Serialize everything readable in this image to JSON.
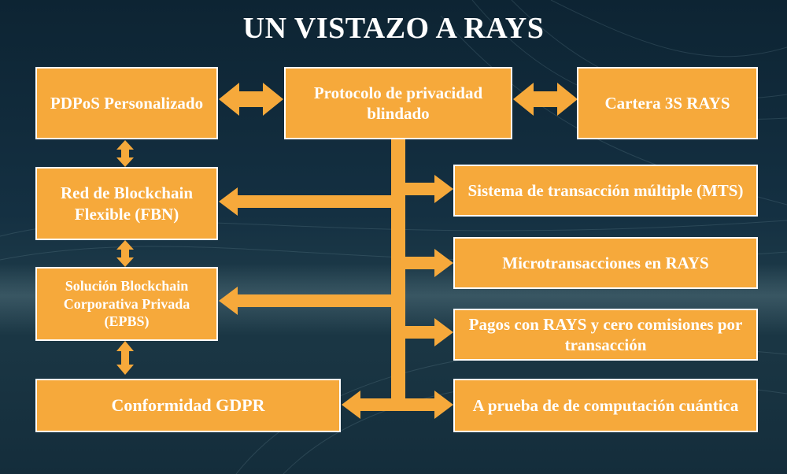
{
  "title": "UN VISTAZO A RAYS",
  "boxes": {
    "pdpos": "PDPoS Personalizado",
    "protocol": "Protocolo de privacidad blindado",
    "wallet": "Cartera 3S RAYS",
    "fbn": "Red de Blockchain Flexible (FBN)",
    "epbs": "Solución Blockchain Corporativa Privada (EPBS)",
    "gdpr": "Conformidad GDPR",
    "mts": "Sistema de transacción múltiple (MTS)",
    "micro": "Microtransacciones en RAYS",
    "payments": "Pagos con RAYS y cero comisiones por transacción",
    "quantum": "A prueba de de computación cuántica"
  },
  "colors": {
    "box_fill": "#f6a93b",
    "box_border": "#ffffff",
    "connector": "#f6a93b",
    "background": "#143042"
  }
}
